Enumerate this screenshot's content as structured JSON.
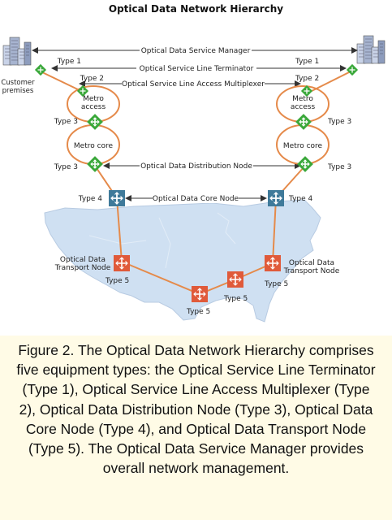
{
  "title": "Optical Data Network Hierarchy",
  "management_label": "Optical Data Service Manager",
  "line_labels": {
    "type1": "Optical Service Line Terminator",
    "type2": "Optical Service Line Access Multiplexer",
    "type3": "Optical Data Distribution Node",
    "type4": "Optical Data Core Node"
  },
  "customer_premises": "Customer premises",
  "rings": {
    "metro_access": "Metro access",
    "metro_core": "Metro core"
  },
  "transport_node_left": "Optical Data Transport Node",
  "transport_node_right": "Optical Data Transport Node",
  "type_labels": {
    "type1": "Type 1",
    "type2": "Type 2",
    "type3": "Type 3",
    "type4": "Type 4",
    "type5": "Type 5"
  },
  "colors": {
    "ring": "#e58a4a",
    "type1to3_node": "#3aa83a",
    "type4_node": "#3f7a9a",
    "type5_node": "#e05a3a",
    "map": "#cfe0f2",
    "caption_bg": "#fffbe6"
  },
  "caption": "Figure 2. The Optical Data Network Hierarchy comprises five equipment types: the Optical Service Line Terminator (Type 1), Optical Service Line Access Multiplexer (Type 2), Optical Data Distribution Node (Type 3), Optical Data Core Node (Type 4), and Optical Data Transport Node (Type 5). The Optical Data Service Manager provides overall network management."
}
